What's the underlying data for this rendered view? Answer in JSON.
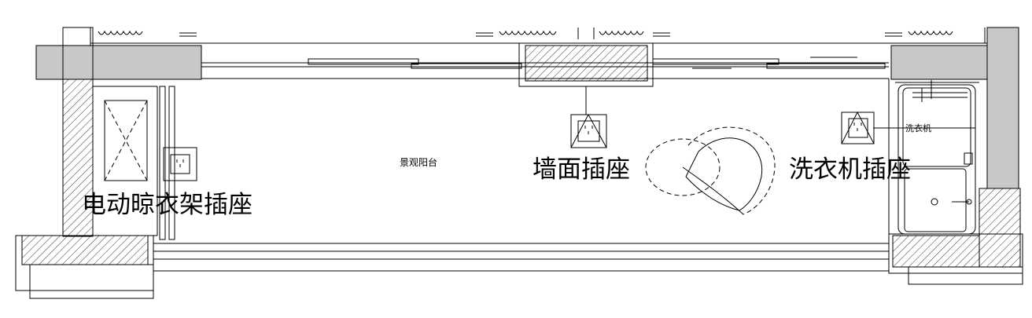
{
  "plan": {
    "balcony_label": "景观阳台",
    "labels": {
      "drying_rack_socket": "电动晾衣架插座",
      "wall_socket": "墙面插座",
      "washer_socket": "洗衣机插座",
      "washing_machine": "洗衣机"
    }
  }
}
